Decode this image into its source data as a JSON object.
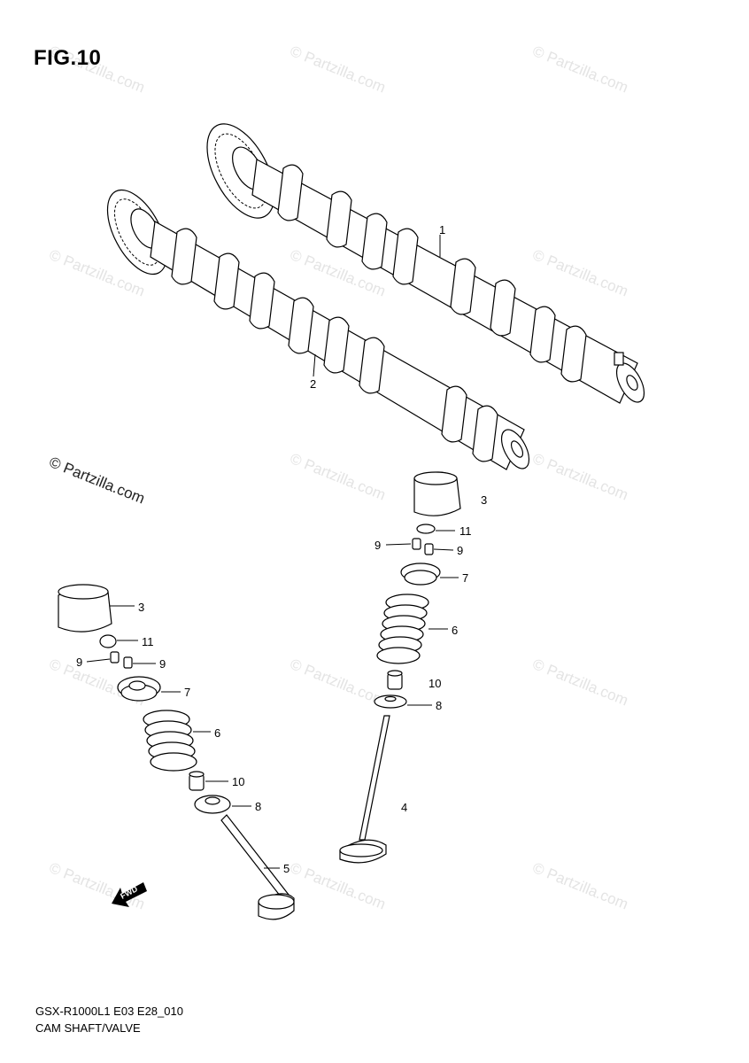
{
  "figure": {
    "title": "FIG.10"
  },
  "watermark": {
    "text": "© Partzilla.com"
  },
  "callouts": [
    {
      "id": "cam-1",
      "label": "1"
    },
    {
      "id": "cam-2",
      "label": "2"
    },
    {
      "id": "tappet-r",
      "label": "3"
    },
    {
      "id": "shim-r",
      "label": "11"
    },
    {
      "id": "cotter-r-left",
      "label": "9"
    },
    {
      "id": "cotter-r-right",
      "label": "9"
    },
    {
      "id": "retainer-r",
      "label": "7"
    },
    {
      "id": "spring-r",
      "label": "6"
    },
    {
      "id": "seal-r",
      "label": "10"
    },
    {
      "id": "seat-r",
      "label": "8"
    },
    {
      "id": "valve-in",
      "label": "4"
    },
    {
      "id": "tappet-l",
      "label": "3"
    },
    {
      "id": "shim-l",
      "label": "11"
    },
    {
      "id": "cotter-l-left",
      "label": "9"
    },
    {
      "id": "cotter-l-right",
      "label": "9"
    },
    {
      "id": "retainer-l",
      "label": "7"
    },
    {
      "id": "spring-l",
      "label": "6"
    },
    {
      "id": "seal-l",
      "label": "10"
    },
    {
      "id": "seat-l",
      "label": "8"
    },
    {
      "id": "valve-ex",
      "label": "5"
    }
  ],
  "direction_marker": {
    "label": "FWD"
  },
  "footer": {
    "model_code": "GSX-R1000L1 E03 E28_010",
    "section_name": "CAM SHAFT/VALVE"
  }
}
